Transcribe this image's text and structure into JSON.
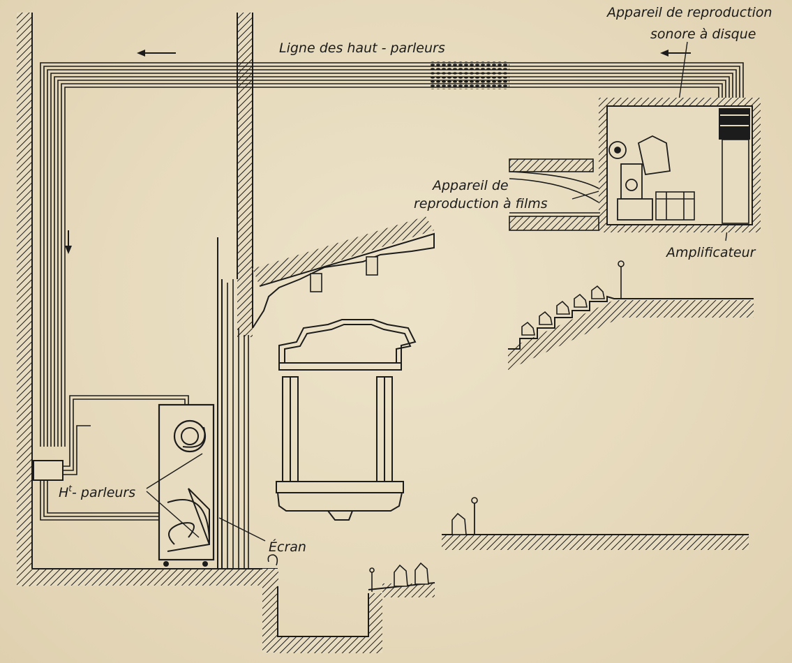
{
  "labels": {
    "speaker_line": "Ligne des haut - parleurs",
    "disc_apparatus_1": "Appareil de reproduction",
    "disc_apparatus_2": "sonore à disque",
    "film_apparatus_1": "Appareil de",
    "film_apparatus_2": "reproduction à films",
    "amplifier": "Amplificateur",
    "loudspeakers_main": "H",
    "loudspeakers_sup": "t",
    "loudspeakers_rest": "- parleurs",
    "screen": "Écran"
  },
  "colors": {
    "paper": "#e8dcc0",
    "ink": "#1c1c1c"
  }
}
